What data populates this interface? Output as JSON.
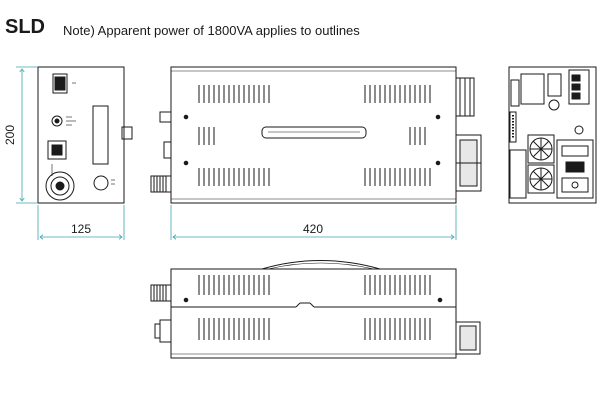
{
  "header": {
    "model": "SLD",
    "note": "Note) Apparent power of 1800VA applies to outlines"
  },
  "dimensions": {
    "height": "200",
    "width_front": "125",
    "length_side": "420"
  },
  "colors": {
    "dimension_line": "#3aa6b3",
    "outline": "#1a1a1a"
  }
}
